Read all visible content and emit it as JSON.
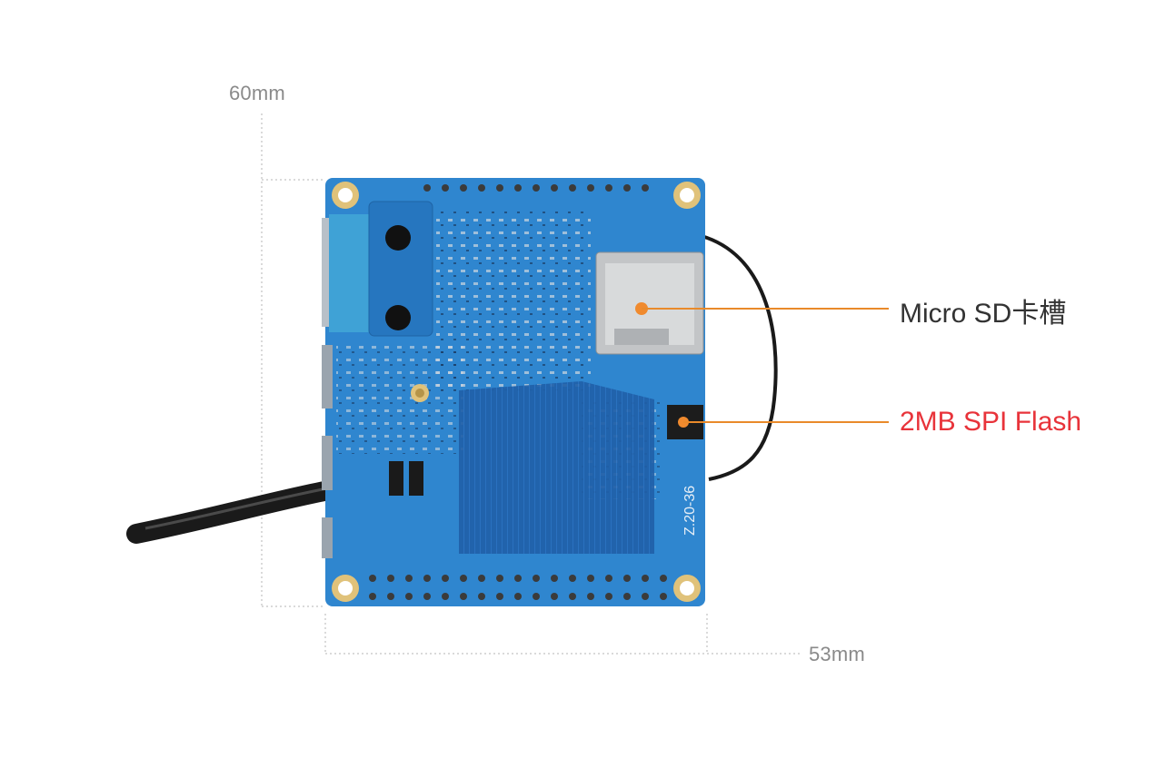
{
  "dimensions": {
    "height_label": "60mm",
    "width_label": "53mm"
  },
  "callouts": [
    {
      "label": "Micro SD卡槽",
      "color": "#333333",
      "line_color": "#e98a2a"
    },
    {
      "label": "2MB SPI Flash",
      "color": "#e8333a",
      "line_color": "#e98a2a"
    }
  ],
  "board": {
    "silkscreen_text": "Z.20-36",
    "pcb_color": "#2f86cf"
  }
}
